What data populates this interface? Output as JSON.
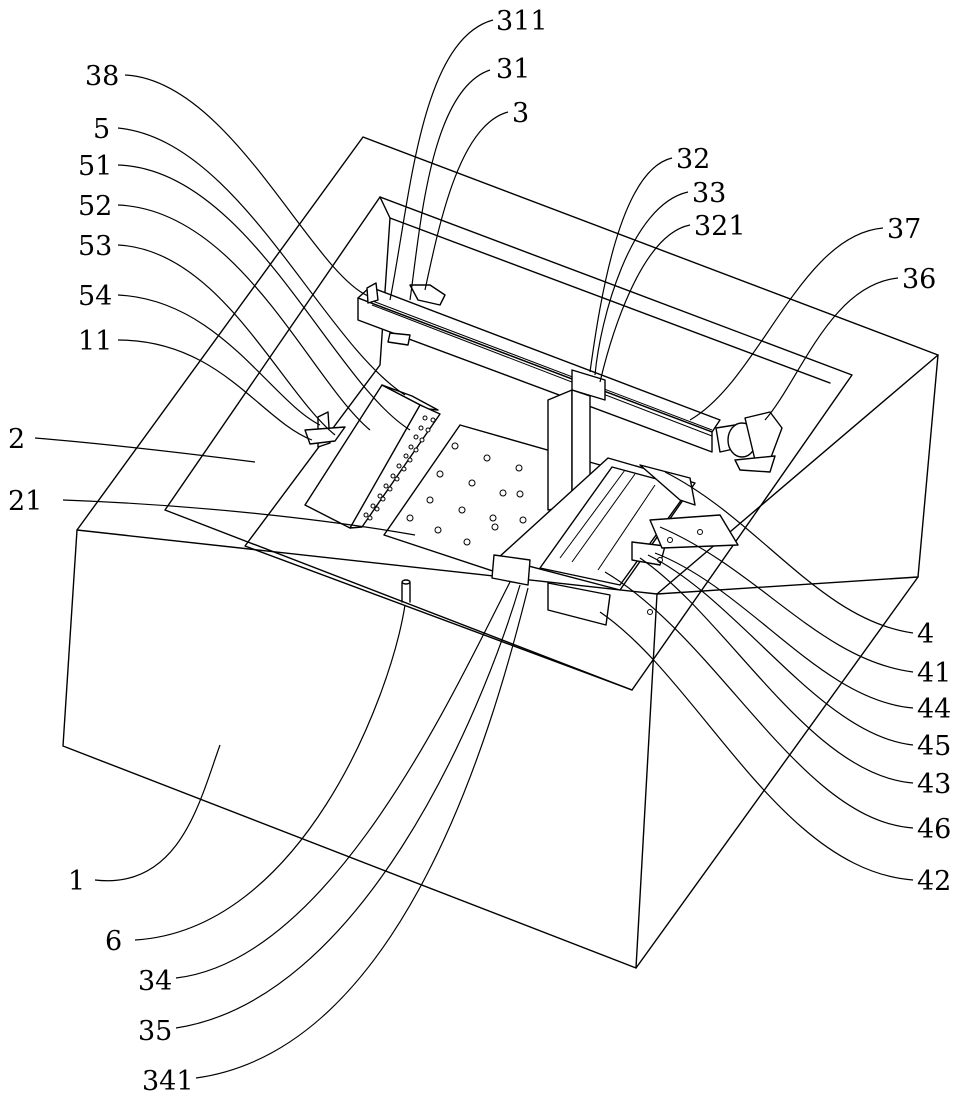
{
  "labels": {
    "l311": "311",
    "l31": "31",
    "l3": "3",
    "l38": "38",
    "l5": "5",
    "l51": "51",
    "l52": "52",
    "l53": "53",
    "l54": "54",
    "l11": "11",
    "l2": "2",
    "l21": "21",
    "l1": "1",
    "l6": "6",
    "l34": "34",
    "l35": "35",
    "l341": "341",
    "l32": "32",
    "l33": "33",
    "l321": "321",
    "l37": "37",
    "l36": "36",
    "l4": "4",
    "l41": "41",
    "l44": "44",
    "l45": "45",
    "l43": "43",
    "l46": "46",
    "l42": "42"
  }
}
